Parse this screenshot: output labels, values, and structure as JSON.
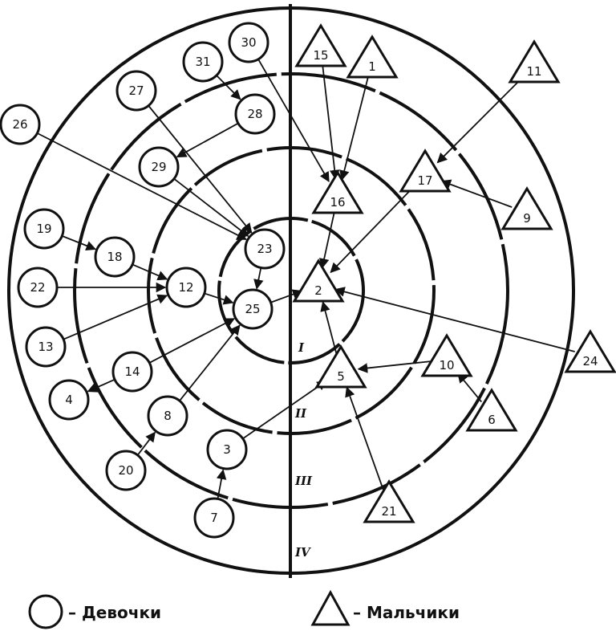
{
  "rings": [
    "I",
    "II",
    "III",
    "IV"
  ],
  "nodes": [
    {
      "id": "1",
      "shape": "triangle"
    },
    {
      "id": "2",
      "shape": "triangle"
    },
    {
      "id": "3",
      "shape": "circle"
    },
    {
      "id": "4",
      "shape": "circle"
    },
    {
      "id": "5",
      "shape": "triangle"
    },
    {
      "id": "6",
      "shape": "triangle"
    },
    {
      "id": "7",
      "shape": "circle"
    },
    {
      "id": "8",
      "shape": "circle"
    },
    {
      "id": "9",
      "shape": "triangle"
    },
    {
      "id": "10",
      "shape": "triangle"
    },
    {
      "id": "11",
      "shape": "triangle"
    },
    {
      "id": "12",
      "shape": "circle"
    },
    {
      "id": "13",
      "shape": "circle"
    },
    {
      "id": "14",
      "shape": "circle"
    },
    {
      "id": "15",
      "shape": "triangle"
    },
    {
      "id": "16",
      "shape": "triangle"
    },
    {
      "id": "17",
      "shape": "triangle"
    },
    {
      "id": "18",
      "shape": "circle"
    },
    {
      "id": "19",
      "shape": "circle"
    },
    {
      "id": "20",
      "shape": "circle"
    },
    {
      "id": "21",
      "shape": "triangle"
    },
    {
      "id": "22",
      "shape": "circle"
    },
    {
      "id": "23",
      "shape": "circle"
    },
    {
      "id": "24",
      "shape": "triangle"
    },
    {
      "id": "25",
      "shape": "circle"
    },
    {
      "id": "26",
      "shape": "circle"
    },
    {
      "id": "27",
      "shape": "circle"
    },
    {
      "id": "28",
      "shape": "circle"
    },
    {
      "id": "29",
      "shape": "circle"
    },
    {
      "id": "30",
      "shape": "circle"
    },
    {
      "id": "31",
      "shape": "circle"
    }
  ],
  "edges": [
    {
      "from": "26",
      "to": "23"
    },
    {
      "from": "27",
      "to": "23"
    },
    {
      "from": "29",
      "to": "23"
    },
    {
      "from": "28",
      "to": "29"
    },
    {
      "from": "31",
      "to": "28"
    },
    {
      "from": "30",
      "to": "16"
    },
    {
      "from": "15",
      "to": "16"
    },
    {
      "from": "1",
      "to": "16"
    },
    {
      "from": "16",
      "to": "2"
    },
    {
      "from": "11",
      "to": "17"
    },
    {
      "from": "17",
      "to": "2"
    },
    {
      "from": "9",
      "to": "17"
    },
    {
      "from": "24",
      "to": "2"
    },
    {
      "from": "10",
      "to": "5"
    },
    {
      "from": "6",
      "to": "10"
    },
    {
      "from": "21",
      "to": "5"
    },
    {
      "from": "5",
      "to": "2"
    },
    {
      "from": "3",
      "to": "5"
    },
    {
      "from": "7",
      "to": "3"
    },
    {
      "from": "20",
      "to": "8"
    },
    {
      "from": "8",
      "to": "25"
    },
    {
      "from": "14",
      "to": "25"
    },
    {
      "from": "14",
      "to": "4"
    },
    {
      "from": "13",
      "to": "12"
    },
    {
      "from": "22",
      "to": "12"
    },
    {
      "from": "18",
      "to": "12"
    },
    {
      "from": "19",
      "to": "18"
    },
    {
      "from": "12",
      "to": "25"
    },
    {
      "from": "23",
      "to": "25"
    },
    {
      "from": "25",
      "to": "2"
    }
  ],
  "legend": {
    "girls": "– Девочки",
    "boys": "– Мальчики"
  },
  "colors": {
    "ink": "#111111",
    "paper": "#ffffff"
  }
}
